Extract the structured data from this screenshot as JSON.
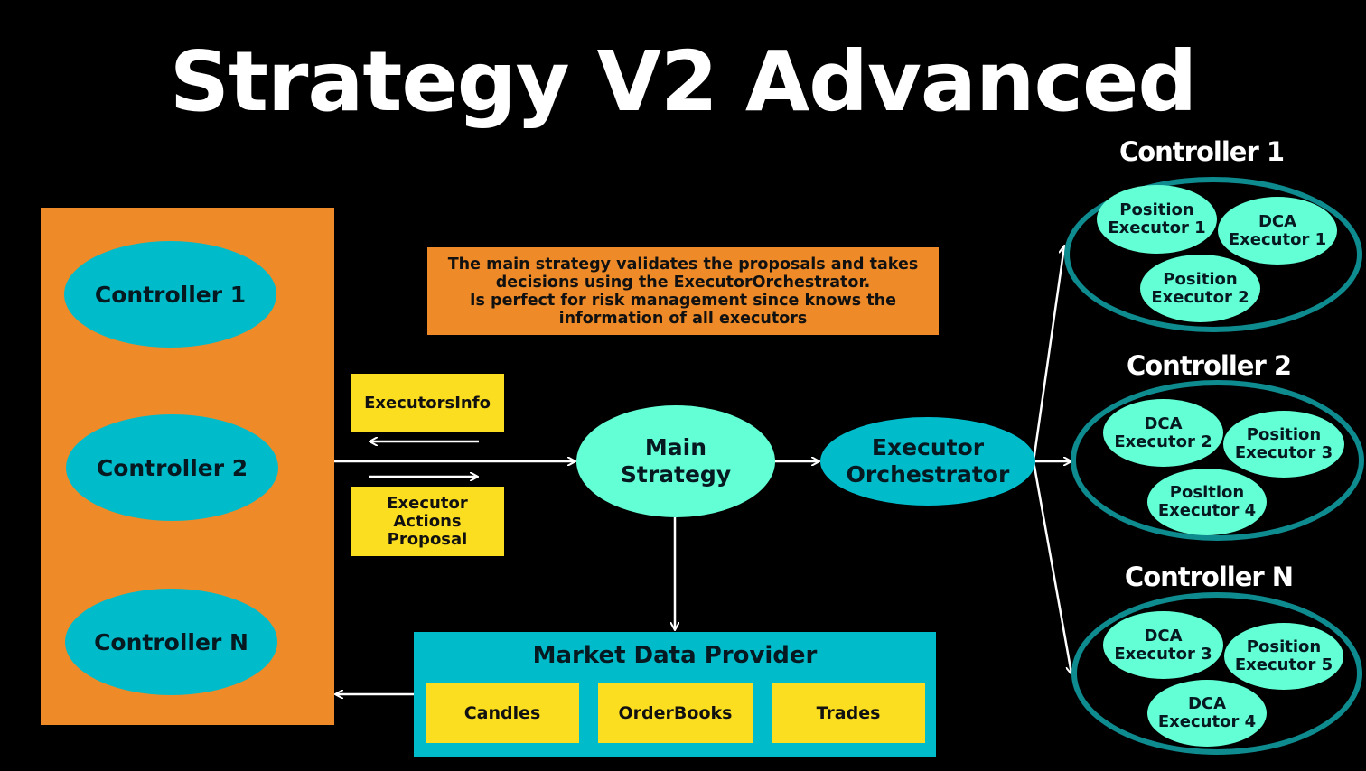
{
  "title": "Strategy V2 Advanced",
  "controllers_left": [
    "Controller 1",
    "Controller 2",
    "Controller N"
  ],
  "note": [
    "The main strategy validates the proposals and takes",
    "decisions using the ExecutorOrchestrator.",
    "Is perfect for risk management since knows the",
    "information of all executors"
  ],
  "executors_info": "ExecutorsInfo",
  "executor_actions": [
    "Executor",
    "Actions",
    "Proposal"
  ],
  "main_strategy": [
    "Main",
    "Strategy"
  ],
  "executor_orchestrator": [
    "Executor",
    "Orchestrator"
  ],
  "market_data": {
    "title": "Market Data Provider",
    "items": [
      "Candles",
      "OrderBooks",
      "Trades"
    ]
  },
  "groups": [
    {
      "title": "Controller 1",
      "executors": [
        [
          "Position",
          "Executor 1"
        ],
        [
          "DCA",
          "Executor 1"
        ],
        [
          "Position",
          "Executor 2"
        ]
      ]
    },
    {
      "title": "Controller 2",
      "executors": [
        [
          "DCA",
          "Executor 2"
        ],
        [
          "Position",
          "Executor 3"
        ],
        [
          "Position",
          "Executor 4"
        ]
      ]
    },
    {
      "title": "Controller N",
      "executors": [
        [
          "DCA",
          "Executor 3"
        ],
        [
          "Position",
          "Executor 5"
        ],
        [
          "DCA",
          "Executor 4"
        ]
      ]
    }
  ],
  "colors": {
    "background": "#000000",
    "orange": "#ee8a28",
    "teal": "#00bccb",
    "mint": "#63ffd5",
    "yellow": "#fcde21",
    "ring": "#0e8b8f"
  }
}
